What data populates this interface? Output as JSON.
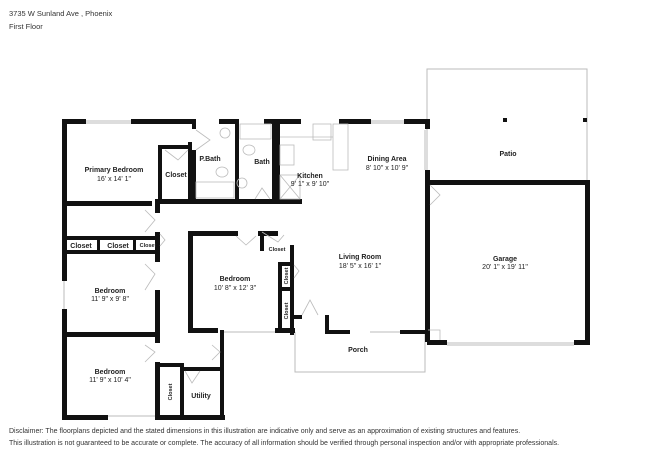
{
  "header": {
    "address": "3735 W Sunland Ave , Phoenix",
    "floor": "First Floor"
  },
  "rooms": {
    "primary_bedroom": {
      "name": "Primary Bedroom",
      "dims": "16' x 14' 1\""
    },
    "primary_closet": {
      "name": "Closet"
    },
    "pbath": {
      "name": "P.Bath"
    },
    "bath": {
      "name": "Bath"
    },
    "kitchen": {
      "name": "Kitchen",
      "dims": "9' 1\" x 9' 10\""
    },
    "dining": {
      "name": "Dining Area",
      "dims": "8' 10\" x 10' 9\""
    },
    "patio": {
      "name": "Patio"
    },
    "garage": {
      "name": "Garage",
      "dims": "20' 1\" x 19' 11\""
    },
    "closet_a": {
      "name": "Closet"
    },
    "closet_b": {
      "name": "Closet"
    },
    "closet_c": {
      "name": "Closet"
    },
    "bedroom2": {
      "name": "Bedroom",
      "dims": "11' 9\" x 9' 8\""
    },
    "bedroom3": {
      "name": "Bedroom",
      "dims": "10' 8\" x 12' 3\""
    },
    "closet_d": {
      "name": "Closet"
    },
    "closet_e": {
      "name": "Closet"
    },
    "closet_f": {
      "name": "Closet"
    },
    "living": {
      "name": "Living Room",
      "dims": "18' 5\" x 16' 1\""
    },
    "porch": {
      "name": "Porch"
    },
    "bedroom4": {
      "name": "Bedroom",
      "dims": "11' 9\" x 10' 4\""
    },
    "closet_g": {
      "name": "Closet"
    },
    "utility": {
      "name": "Utility"
    }
  },
  "footer": {
    "disclaimer_line1": "Disclaimer: The floorplans depicted and the stated dimensions in this illustration are indicative only and serve as an approximation of existing structures and features.",
    "disclaimer_line2": "This illustration is not guaranteed to be accurate or complete. The accuracy of all information should be verified through personal inspection and/or with appropriate professionals."
  }
}
